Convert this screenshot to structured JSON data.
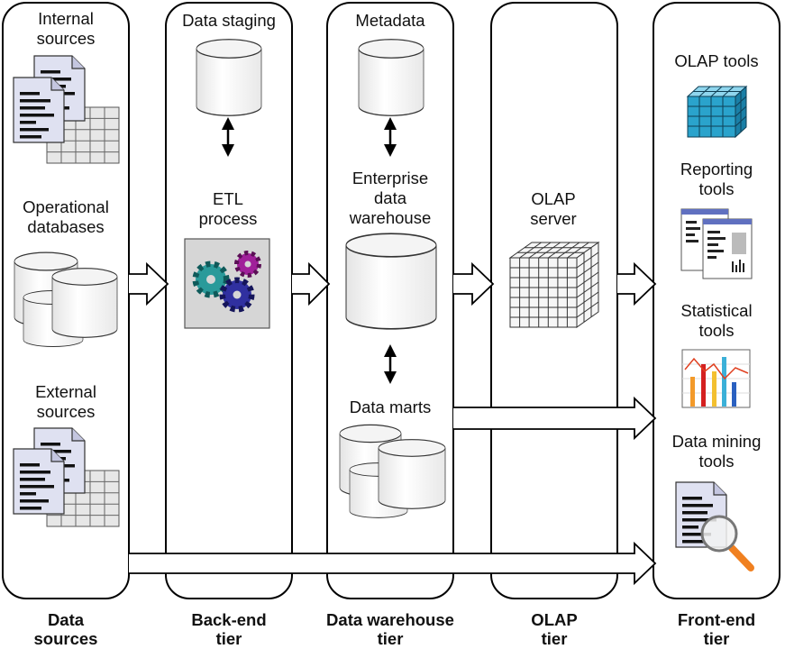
{
  "tiers": {
    "data_sources": {
      "footer": [
        "Data",
        "sources"
      ],
      "internal": [
        "Internal",
        "sources"
      ],
      "operational": [
        "Operational",
        "databases"
      ],
      "external": [
        "External",
        "sources"
      ]
    },
    "back_end": {
      "footer": [
        "Back-end",
        "tier"
      ],
      "staging": "Data staging",
      "etl": [
        "ETL",
        "process"
      ]
    },
    "data_warehouse": {
      "footer": [
        "Data warehouse",
        "tier"
      ],
      "metadata": "Metadata",
      "edw": [
        "Enterprise",
        "data",
        "warehouse"
      ],
      "marts": "Data marts"
    },
    "olap": {
      "footer": [
        "OLAP",
        "tier"
      ],
      "server": [
        "OLAP",
        "server"
      ]
    },
    "front_end": {
      "footer": [
        "Front-end",
        "tier"
      ],
      "olap_tools": "OLAP tools",
      "reporting": [
        "Reporting",
        "tools"
      ],
      "statistical": [
        "Statistical",
        "tools"
      ],
      "mining": [
        "Data mining",
        "tools"
      ]
    }
  },
  "colors": {
    "cube_front": "#2aa3cc",
    "gear_teal": "#2a9a9a",
    "gear_magenta": "#a0209a",
    "gear_blue": "#3030a0",
    "magnifier_handle": "#f08020"
  }
}
